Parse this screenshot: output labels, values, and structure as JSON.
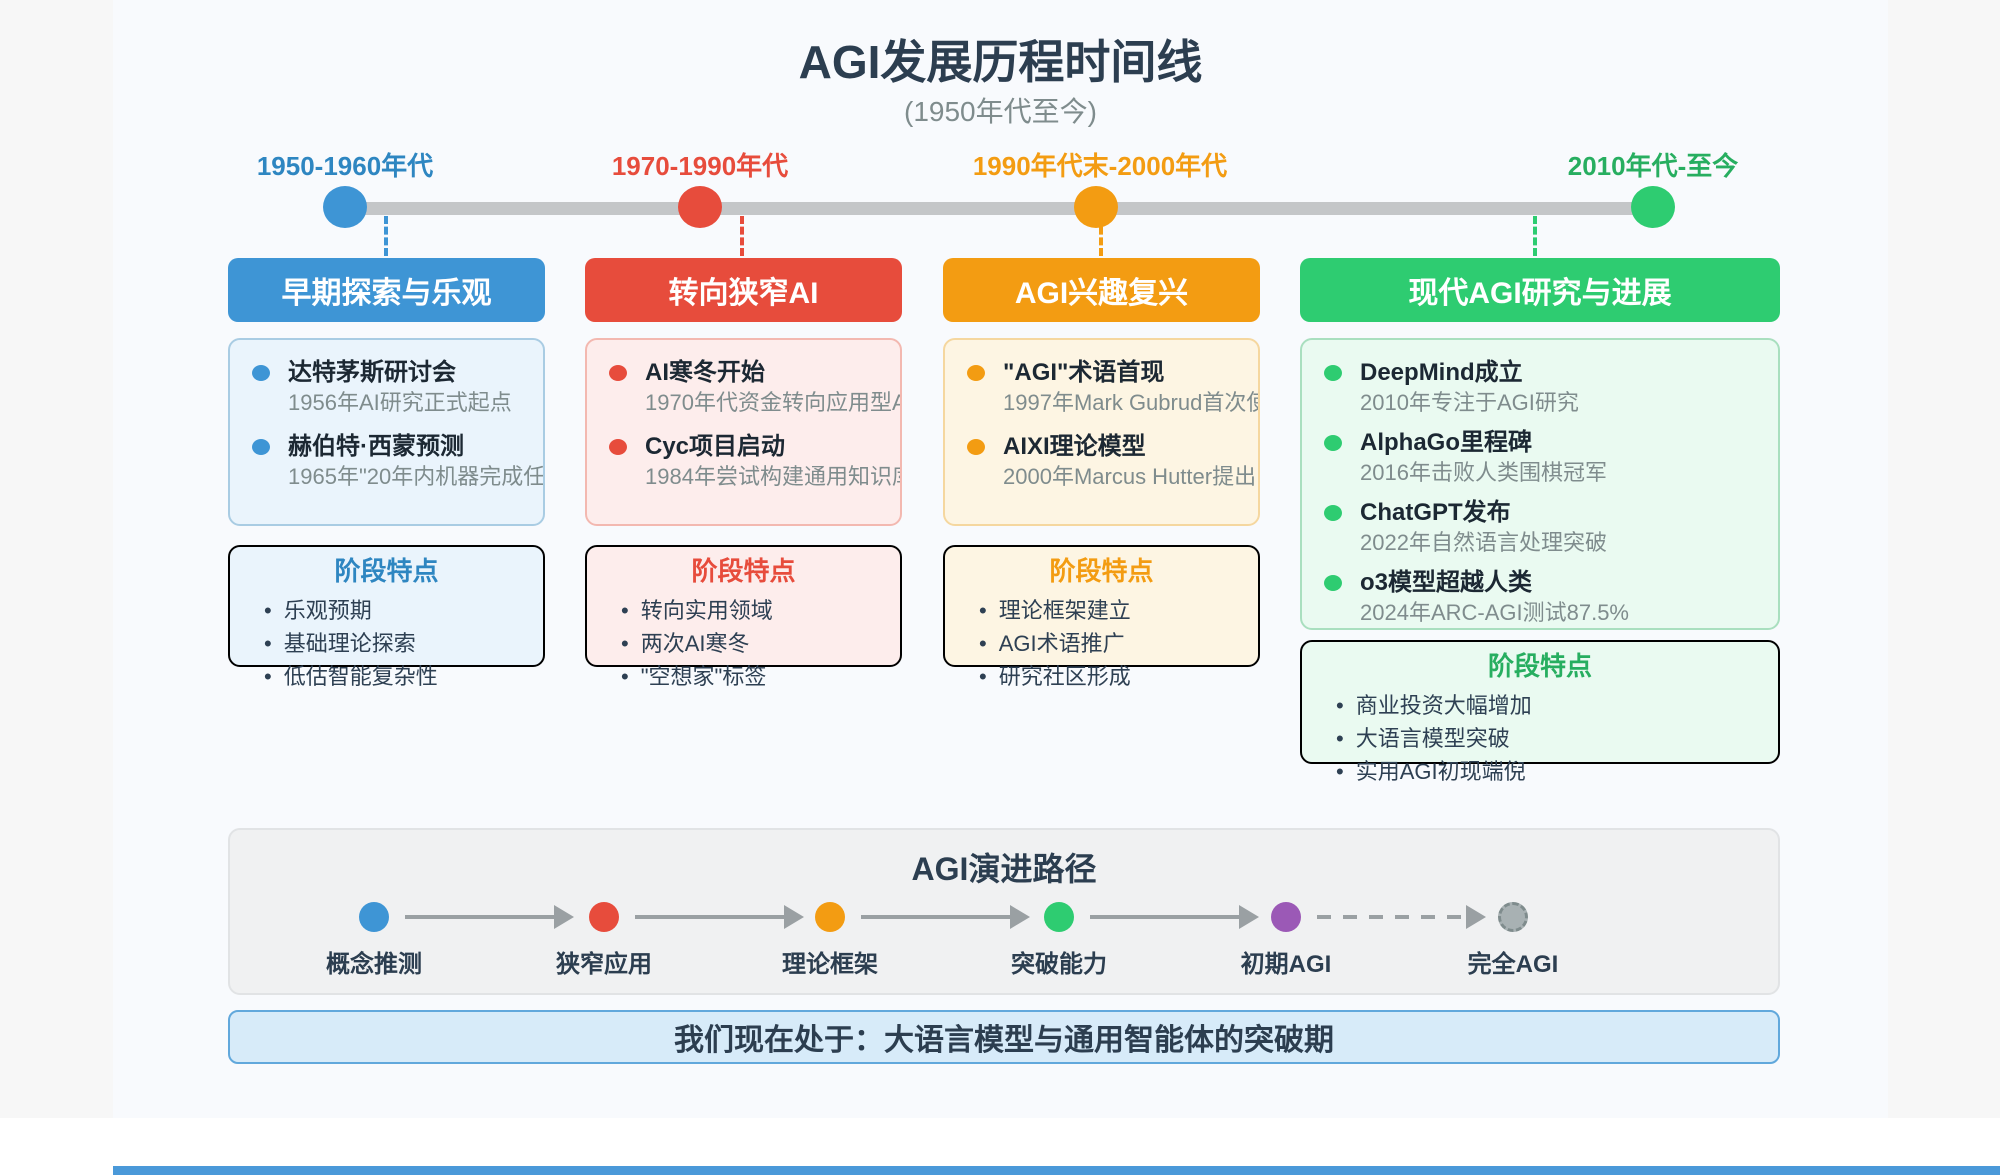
{
  "page": {
    "title": "AGI发展历程时间线",
    "subtitle": "(1950年代至今)"
  },
  "palette": {
    "blue": "#3e95d5",
    "red": "#e74c3c",
    "orange": "#f39c12",
    "green": "#2ecc71",
    "purple": "#9b59b6",
    "gray": "#95a5a6"
  },
  "timeline": {
    "eras": [
      {
        "label": "1950-1960年代",
        "color": "#2e86c1"
      },
      {
        "label": "1970-1990年代",
        "color": "#e74c3c"
      },
      {
        "label": "1990年代末-2000年代",
        "color": "#f39c12"
      },
      {
        "label": "2010年代-至今",
        "color": "#27ae60"
      }
    ]
  },
  "columns": [
    {
      "header": "早期探索与乐观",
      "color": "#3e95d5",
      "events": [
        {
          "title": "达特茅斯研讨会",
          "desc": "1956年AI研究正式起点"
        },
        {
          "title": "赫伯特·西蒙预测",
          "desc": "1965年\"20年内机器完成任"
        }
      ],
      "stage": {
        "title": "阶段特点",
        "bullets": [
          "乐观预期",
          "基础理论探索",
          "低估智能复杂性"
        ]
      }
    },
    {
      "header": "转向狭窄AI",
      "color": "#e74c3c",
      "events": [
        {
          "title": "AI寒冬开始",
          "desc": "1970年代资金转向应用型A"
        },
        {
          "title": "Cyc项目启动",
          "desc": "1984年尝试构建通用知识库"
        }
      ],
      "stage": {
        "title": "阶段特点",
        "bullets": [
          "转向实用领域",
          "两次AI寒冬",
          "\"空想家\"标签"
        ]
      }
    },
    {
      "header": "AGI兴趣复兴",
      "color": "#f39c12",
      "events": [
        {
          "title": "\"AGI\"术语首现",
          "desc": "1997年Mark Gubrud首次使"
        },
        {
          "title": "AIXI理论模型",
          "desc": "2000年Marcus Hutter提出"
        }
      ],
      "stage": {
        "title": "阶段特点",
        "bullets": [
          "理论框架建立",
          "AGI术语推广",
          "研究社区形成"
        ]
      }
    },
    {
      "header": "现代AGI研究与进展",
      "color": "#2ecc71",
      "events": [
        {
          "title": "DeepMind成立",
          "desc": "2010年专注于AGI研究"
        },
        {
          "title": "AlphaGo里程碑",
          "desc": "2016年击败人类围棋冠军"
        },
        {
          "title": "ChatGPT发布",
          "desc": "2022年自然语言处理突破"
        },
        {
          "title": "o3模型超越人类",
          "desc": "2024年ARC-AGI测试87.5%"
        }
      ],
      "stage": {
        "title": "阶段特点",
        "bullets": [
          "商业投资大幅增加",
          "大语言模型突破",
          "实用AGI初现端倪"
        ]
      }
    }
  ],
  "evolution": {
    "title": "AGI演进路径",
    "steps": [
      {
        "label": "概念推测",
        "color": "#3e95d5"
      },
      {
        "label": "狭窄应用",
        "color": "#e74c3c"
      },
      {
        "label": "理论框架",
        "color": "#f39c12"
      },
      {
        "label": "突破能力",
        "color": "#2ecc71"
      },
      {
        "label": "初期AGI",
        "color": "#9b59b6"
      },
      {
        "label": "完全AGI",
        "color": "#95a5a6"
      }
    ]
  },
  "status_bar": {
    "text": "我们现在处于：大语言模型与通用智能体的突破期"
  }
}
